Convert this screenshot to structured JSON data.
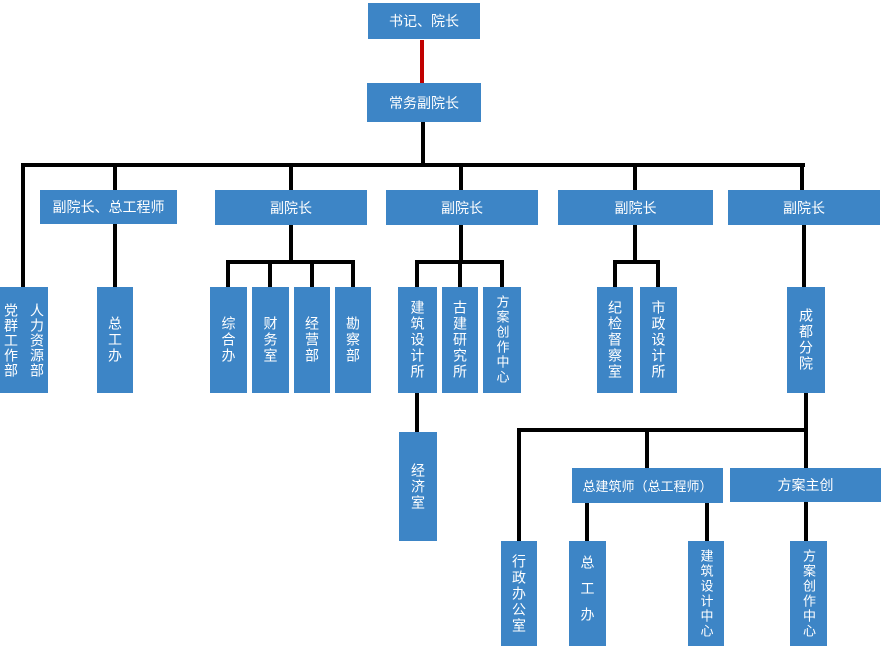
{
  "colors": {
    "box_fill": "#3D85C6",
    "box_text": "#FFFFFF",
    "connector": "#000000",
    "red_connector": "#C00000",
    "background": "#FFFFFF"
  },
  "nodes": {
    "secretary_dean": "书记、院长",
    "exec_vice_dean": "常务副院长",
    "vice_dean_chief_eng": "副院长、总工程师",
    "vice_dean_2": "副院长",
    "vice_dean_3": "副院长",
    "vice_dean_4": "副院长",
    "vice_dean_5": "副院长",
    "party_mass_dept": "党群工作部",
    "hr_dept": "人力资源部",
    "chief_eng_office": "总工办",
    "general_office": "综合办",
    "finance_office": "财务室",
    "operations_dept": "经营部",
    "survey_dept": "勘察部",
    "arch_design_institute": "建筑设计所",
    "ancient_arch_institute": "古建研究所",
    "scheme_creation_center": "方案创作中心",
    "economy_office": "经济室",
    "discipline_inspection_office": "纪检督察室",
    "municipal_design_institute": "市政设计所",
    "chengdu_branch": "成都分院",
    "chief_architect": "总建筑师（总工程师）",
    "scheme_lead": "方案主创",
    "admin_office": "行政办公室",
    "branch_chief_eng_office": "总工办",
    "arch_design_center": "建筑设计中心",
    "branch_scheme_creation_center": "方案创作中心"
  },
  "hierarchy": [
    {
      "parent": "secretary_dean",
      "children": [
        "exec_vice_dean"
      ],
      "link": "red"
    },
    {
      "parent": "exec_vice_dean",
      "children": [
        "party_mass_dept_hr_dept",
        "vice_dean_chief_eng",
        "vice_dean_2",
        "vice_dean_3",
        "vice_dean_4",
        "vice_dean_5"
      ]
    },
    {
      "parent": "vice_dean_chief_eng",
      "children": [
        "chief_eng_office"
      ]
    },
    {
      "parent": "vice_dean_2",
      "children": [
        "general_office",
        "finance_office",
        "operations_dept",
        "survey_dept"
      ]
    },
    {
      "parent": "vice_dean_3",
      "children": [
        "arch_design_institute",
        "ancient_arch_institute",
        "scheme_creation_center"
      ]
    },
    {
      "parent": "arch_design_institute",
      "children": [
        "economy_office"
      ]
    },
    {
      "parent": "vice_dean_4",
      "children": [
        "discipline_inspection_office",
        "municipal_design_institute"
      ]
    },
    {
      "parent": "vice_dean_5",
      "children": [
        "chengdu_branch"
      ]
    },
    {
      "parent": "chengdu_branch",
      "children": [
        "admin_office",
        "chief_architect",
        "scheme_lead"
      ]
    },
    {
      "parent": "chief_architect",
      "children": [
        "branch_chief_eng_office",
        "arch_design_center"
      ]
    },
    {
      "parent": "scheme_lead",
      "children": [
        "branch_scheme_creation_center"
      ]
    }
  ]
}
